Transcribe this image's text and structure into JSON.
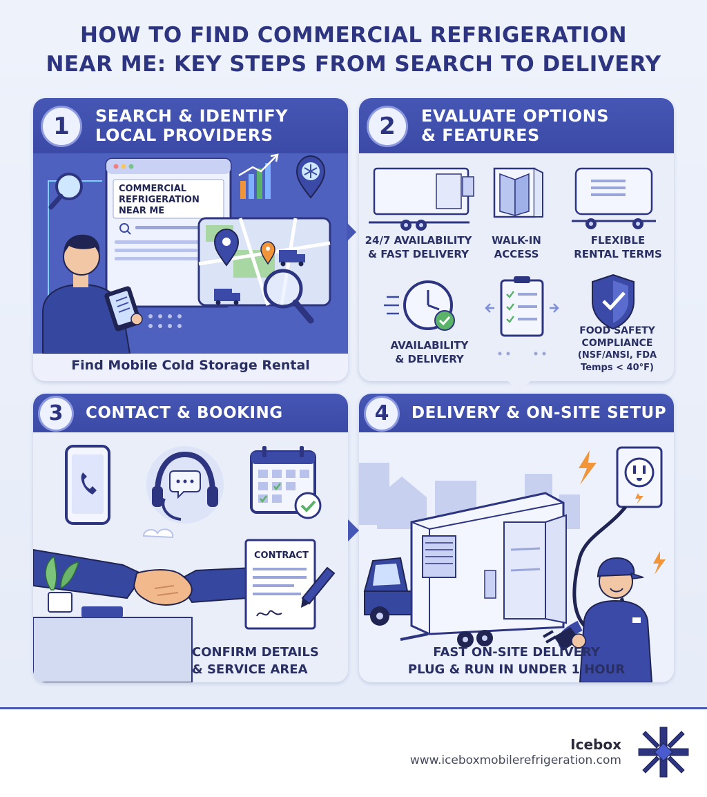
{
  "title": {
    "line1": "HOW TO FIND COMMERCIAL REFRIGERATION",
    "line2": "NEAR ME: KEY STEPS FROM SEARCH TO DELIVERY"
  },
  "steps": [
    {
      "number": "1",
      "title_line1": "SEARCH & IDENTIFY",
      "title_line2": "LOCAL PROVIDERS",
      "search_text": [
        "COMMERCIAL",
        "REFRIGERATION",
        "NEAR ME"
      ],
      "caption": "Find Mobile Cold Storage Rental"
    },
    {
      "number": "2",
      "title_line1": "EVALUATE OPTIONS",
      "title_line2": "& FEATURES",
      "features": [
        {
          "lines": [
            "24/7 AVAILABILITY",
            "& FAST DELIVERY"
          ],
          "icon": "trailer-icon"
        },
        {
          "lines": [
            "WALK-IN",
            "ACCESS"
          ],
          "icon": "walk-in-door-icon"
        },
        {
          "lines": [
            "FLEXIBLE",
            "RENTAL TERMS"
          ],
          "icon": "trailer-icon"
        },
        {
          "lines": [
            "AVAILABILITY",
            "& DELIVERY"
          ],
          "icon": "clock-icon"
        },
        {
          "lines": [],
          "icon": "checklist-icon"
        },
        {
          "lines": [
            "FOOD SAFETY",
            "COMPLIANCE",
            "(NSF/ANSI, FDA",
            "Temps < 40°F)"
          ],
          "icon": "shield-check-icon"
        }
      ]
    },
    {
      "number": "3",
      "title": "CONTACT & BOOKING",
      "contract_label": "CONTRACT",
      "caption_line1": "CONFIRM DETAILS",
      "caption_line2": "& SERVICE AREA"
    },
    {
      "number": "4",
      "title": "DELIVERY & ON-SITE SETUP",
      "caption_line1": "FAST ON-SITE DELIVERY",
      "caption_line2": "PLUG & RUN IN UNDER 1 HOUR"
    }
  ],
  "footer": {
    "brand": "Icebox",
    "url": "www.iceboxmobilerefrigeration.com"
  },
  "colors": {
    "primary": "#3b4aa6",
    "title": "#2e3580",
    "accent_orange": "#f0953a",
    "accent_green": "#5bb36a"
  }
}
